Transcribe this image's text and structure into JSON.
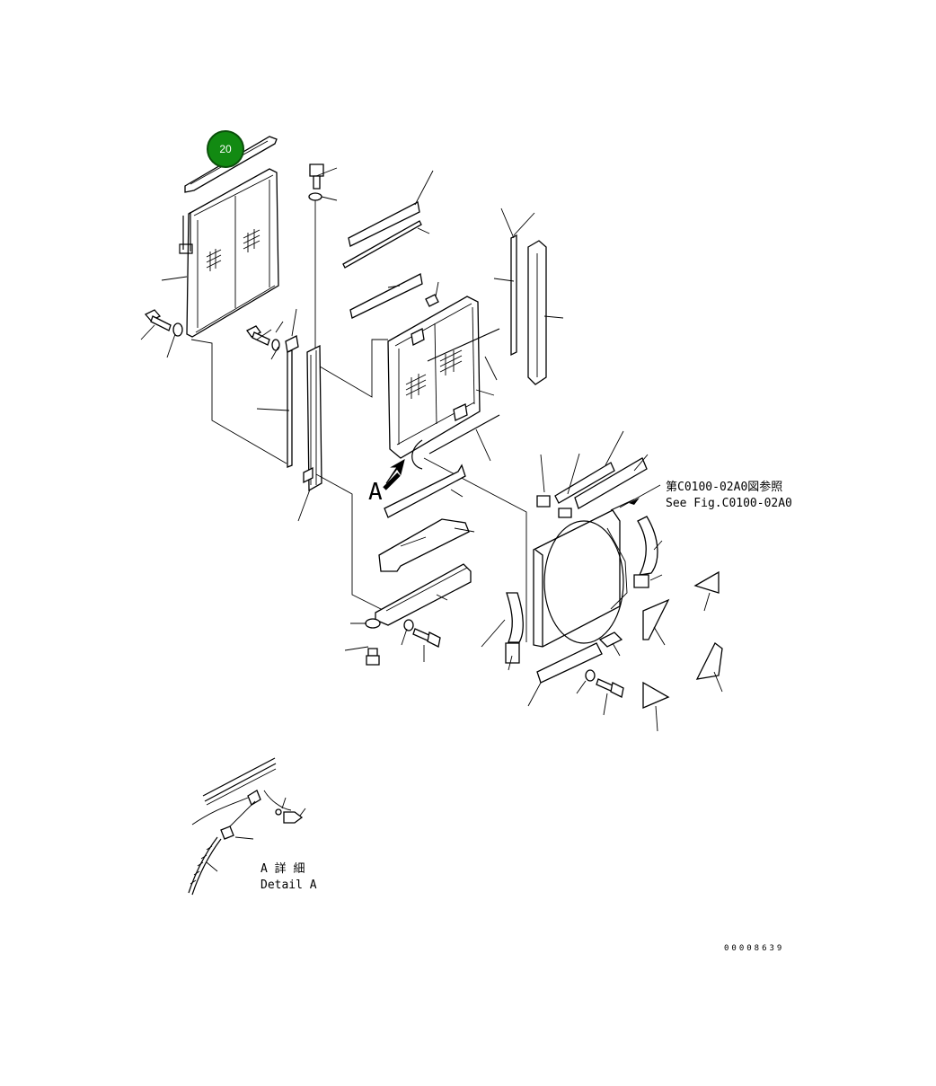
{
  "hotspot": {
    "label": "20",
    "color": "#128a12",
    "border_color": "#0b4f0b"
  },
  "reference": {
    "line_jp": "第C0100-02A0図参照",
    "line_en": "See Fig.C0100-02A0"
  },
  "view_marker": "A",
  "detail": {
    "title_jp": "A 詳 細",
    "title_en": "Detail A"
  },
  "drawing_number": "00008639"
}
